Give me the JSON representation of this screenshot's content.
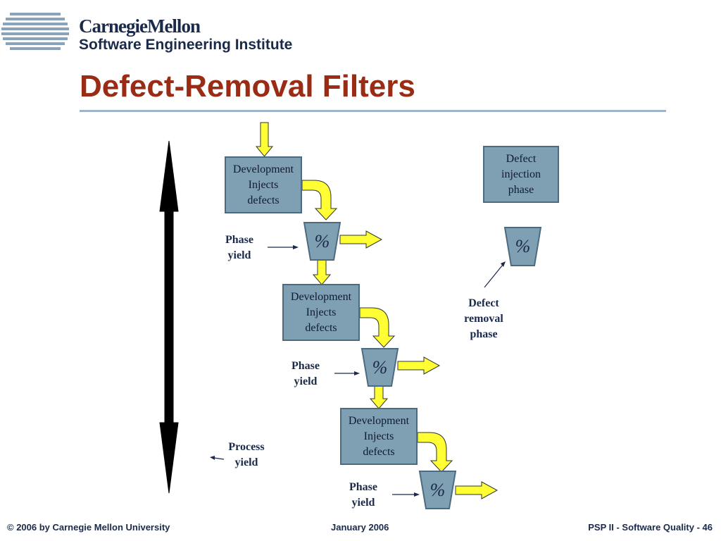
{
  "header": {
    "logo_name": "CarnegieMellon",
    "logo_institute": "Software Engineering Institute",
    "title": "Defect-Removal Filters"
  },
  "diagram": {
    "stages": [
      {
        "line1": "Development",
        "line2": "Injects",
        "line3": "defects",
        "yield_symbol": "%",
        "yield_label1": "Phase",
        "yield_label2": "yield"
      },
      {
        "line1": "Development",
        "line2": "Injects",
        "line3": "defects",
        "yield_symbol": "%",
        "yield_label1": "Phase",
        "yield_label2": "yield"
      },
      {
        "line1": "Development",
        "line2": "Injects",
        "line3": "defects",
        "yield_symbol": "%",
        "yield_label1": "Phase",
        "yield_label2": "yield"
      }
    ],
    "legend": {
      "injection_line1": "Defect",
      "injection_line2": "injection",
      "injection_line3": "phase",
      "removal_symbol": "%",
      "removal_line1": "Defect",
      "removal_line2": "removal",
      "removal_line3": "phase"
    },
    "process_yield_line1": "Process",
    "process_yield_line2": "yield"
  },
  "footer": {
    "copyright": "© 2006 by Carnegie Mellon University",
    "date": "January 2006",
    "page": "PSP II - Software Quality - 46"
  },
  "colors": {
    "title": "#9a2b14",
    "box_fill": "#7f9fb3",
    "arrow_fill": "#ffff33",
    "text": "#1b2a4a"
  }
}
